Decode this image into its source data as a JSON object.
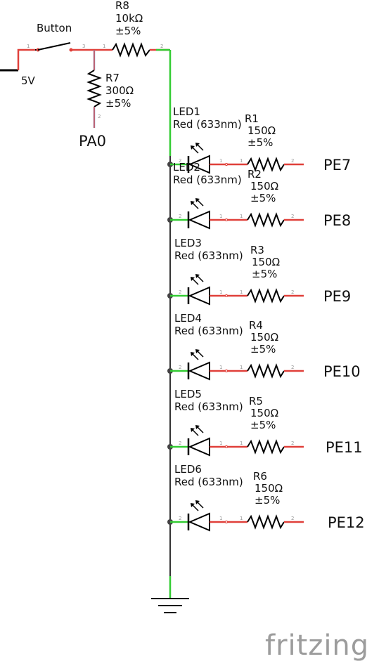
{
  "components": {
    "button": {
      "label": "Button"
    },
    "source": {
      "label": "5V"
    },
    "r8": {
      "name": "R8",
      "value": "10kΩ",
      "tolerance": "±5%"
    },
    "r7": {
      "name": "R7",
      "value": "300Ω",
      "tolerance": "±5%"
    },
    "pa0": {
      "label": "PA0"
    }
  },
  "branches": [
    {
      "led": "LED1",
      "color": "Red (633nm)",
      "resistor": "R1",
      "value": "150Ω",
      "tolerance": "±5%",
      "net": "PE7"
    },
    {
      "led": "LED2",
      "color": "Red (633nm)",
      "resistor": "R2",
      "value": "150Ω",
      "tolerance": "±5%",
      "net": "PE8"
    },
    {
      "led": "LED3",
      "color": "Red (633nm)",
      "resistor": "R3",
      "value": "150Ω",
      "tolerance": "±5%",
      "net": "PE9"
    },
    {
      "led": "LED4",
      "color": "Red (633nm)",
      "resistor": "R4",
      "value": "150Ω",
      "tolerance": "±5%",
      "net": "PE10"
    },
    {
      "led": "LED5",
      "color": "Red (633nm)",
      "resistor": "R5",
      "value": "150Ω",
      "tolerance": "±5%",
      "net": "PE11"
    },
    {
      "led": "LED6",
      "color": "Red (633nm)",
      "resistor": "R6",
      "value": "150Ω",
      "tolerance": "±5%",
      "net": "PE12"
    }
  ],
  "pins": {
    "one": "1",
    "two": "2",
    "three": "3"
  },
  "branding": {
    "logo": "fritzing"
  },
  "colors": {
    "wire": "#000000",
    "unrouted": "#e0403a",
    "connected": "#33cc33",
    "pin": "#8899cc",
    "logo": "#9c9c9c"
  }
}
